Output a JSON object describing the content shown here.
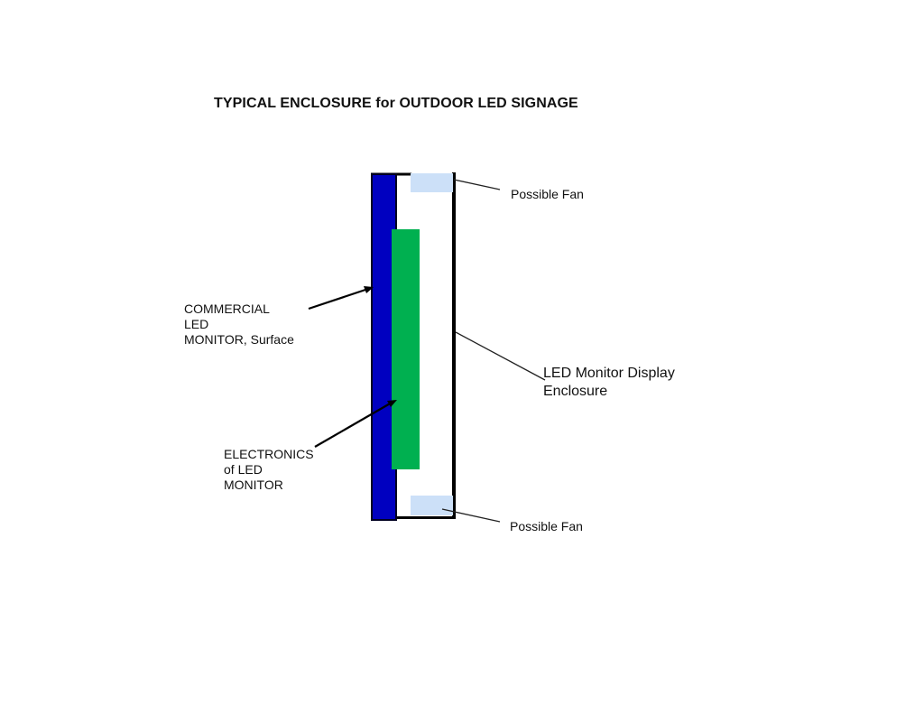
{
  "title": "TYPICAL ENCLOSURE for OUTDOOR LED SIGNAGE",
  "labels": {
    "fan_top": "Possible Fan",
    "fan_bottom": "Possible Fan",
    "monitor_surface": [
      "COMMERCIAL",
      "LED",
      "MONITOR, Surface"
    ],
    "electronics": [
      "ELECTRONICS",
      "of LED",
      "MONITOR"
    ],
    "enclosure": [
      "LED Monitor Display",
      "Enclosure"
    ]
  },
  "colors": {
    "monitor_surface": "#0000c0",
    "electronics": "#00b050",
    "fan": "#cce0f8",
    "outline": "#000000"
  }
}
